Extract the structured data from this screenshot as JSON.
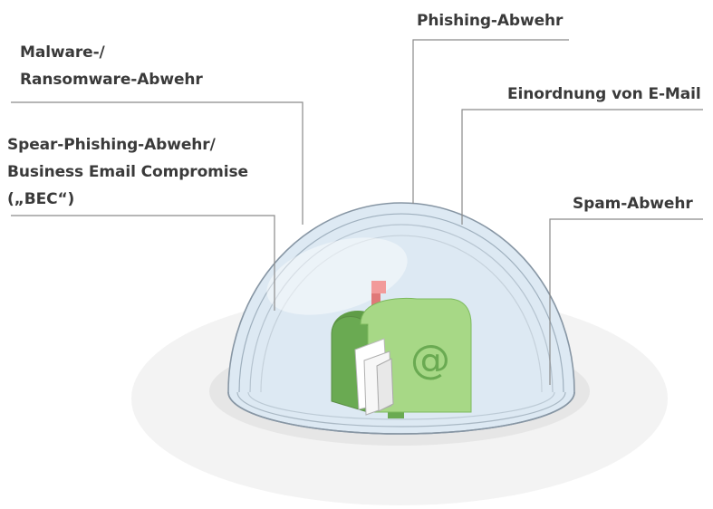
{
  "labels": {
    "phishing": "Phishing-Abwehr",
    "malware_line1": "Malware-/",
    "malware_line2": "Ransomware-Abwehr",
    "einordnung": "Einordnung von E-Mail",
    "spear_line1": "Spear-Phishing-Abwehr/",
    "spear_line2": "Business Email Compromise",
    "spear_line3": "(„BEC“)",
    "spam": "Spam-Abwehr"
  },
  "mailbox": {
    "symbol": "@"
  },
  "colors": {
    "dome_fill": "#dce8f2",
    "dome_stroke": "#8a9aa8",
    "shadow_outer": "#f2f2f2",
    "shadow_inner": "#e6e6e6",
    "mailbox_green": "#a6d785",
    "mailbox_dark_green": "#6aaa52",
    "flag_red": "#f08c8c",
    "leader_line": "#8a8a8a",
    "text": "#3a3a3a"
  },
  "icons": [
    "mailbox-icon",
    "flag-icon",
    "envelope-icon",
    "at-sign-icon"
  ]
}
